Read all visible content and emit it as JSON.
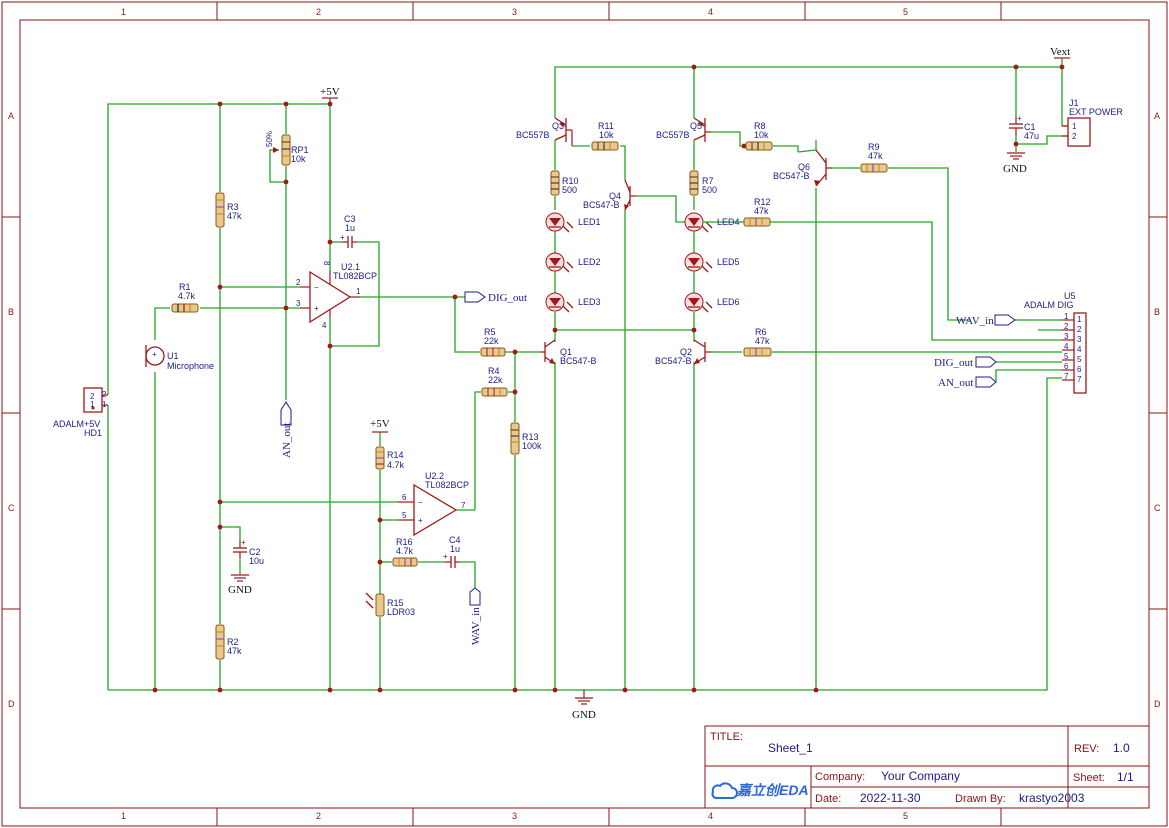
{
  "colors": {
    "wire": "#22a822",
    "symbol": "#a01818",
    "text": "#1c1c8a",
    "frame": "#8a1414"
  },
  "frame": {
    "columns": [
      "1",
      "2",
      "3",
      "4",
      "5"
    ],
    "rows": [
      "A",
      "B",
      "C",
      "D"
    ]
  },
  "title_block": {
    "title_label": "TITLE:",
    "title": "Sheet_1",
    "rev_label": "REV:",
    "rev": "1.0",
    "company_label": "Company:",
    "company": "Your Company",
    "sheet_label": "Sheet:",
    "sheet": "1/1",
    "date_label": "Date:",
    "date": "2022-11-30",
    "drawn_label": "Drawn By:",
    "drawn_by": "krastyo2003",
    "logo_text": "嘉立创EDA",
    "logo_icon": "cloud-logo-icon"
  },
  "power": {
    "vcc_top": "+5V",
    "vcc_mid": "+5V",
    "vext": "Vext",
    "gnd_c2": "GND",
    "gnd_main": "GND",
    "gnd_j1": "GND"
  },
  "nets": {
    "dig_out_opamp": "DIG_out",
    "an_out_left": "AN_out",
    "wav_in_bottom": "WAV_in",
    "wav_in_conn": "WAV_in",
    "dig_out_conn": "DIG_out",
    "an_out_conn": "AN_out"
  },
  "components": {
    "u1": {
      "ref": "U1",
      "value": "Microphone"
    },
    "hd1": {
      "ref": "HD1",
      "value": "ADALM+5V",
      "pin1": "1",
      "pin2": "2"
    },
    "r1": {
      "ref": "R1",
      "value": "4.7k"
    },
    "r2": {
      "ref": "R2",
      "value": "47k"
    },
    "r3": {
      "ref": "R3",
      "value": "47k"
    },
    "r4": {
      "ref": "R4",
      "value": "22k"
    },
    "r5": {
      "ref": "R5",
      "value": "22k"
    },
    "r6": {
      "ref": "R6",
      "value": "47k"
    },
    "r7": {
      "ref": "R7",
      "value": "500"
    },
    "r8": {
      "ref": "R8",
      "value": "10k"
    },
    "r9": {
      "ref": "R9",
      "value": "47k"
    },
    "r10": {
      "ref": "R10",
      "value": "500"
    },
    "r11": {
      "ref": "R11",
      "value": "10k"
    },
    "r12": {
      "ref": "R12",
      "value": "47k"
    },
    "r13": {
      "ref": "R13",
      "value": "100k"
    },
    "r14": {
      "ref": "R14",
      "value": "4.7k"
    },
    "r15": {
      "ref": "R15",
      "value": "LDR03"
    },
    "r16": {
      "ref": "R16",
      "value": "4.7k"
    },
    "rp1": {
      "ref": "RP1",
      "value": "10k",
      "mark": "50%"
    },
    "c1": {
      "ref": "C1",
      "value": "47u"
    },
    "c2": {
      "ref": "C2",
      "value": "10u"
    },
    "c3": {
      "ref": "C3",
      "value": "1u"
    },
    "c4": {
      "ref": "C4",
      "value": "1u"
    },
    "u21": {
      "ref": "U2.1",
      "value": "TL082BCP",
      "p1": "1",
      "p2": "2",
      "p3": "3",
      "p4": "4",
      "p8": "8"
    },
    "u22": {
      "ref": "U2.2",
      "value": "TL082BCP",
      "p5": "5",
      "p6": "6",
      "p7": "7"
    },
    "q1": {
      "ref": "Q1",
      "value": "BC547-B"
    },
    "q2": {
      "ref": "Q2",
      "value": "BC547-B"
    },
    "q3": {
      "ref": "Q3",
      "value": "BC557B"
    },
    "q4": {
      "ref": "Q4",
      "value": "BC547-B"
    },
    "q5": {
      "ref": "Q5",
      "value": "BC557B"
    },
    "q6": {
      "ref": "Q6",
      "value": "BC547-B"
    },
    "led1": "LED1",
    "led2": "LED2",
    "led3": "LED3",
    "led4": "LED4",
    "led5": "LED5",
    "led6": "LED6",
    "j1": {
      "ref": "J1",
      "value": "EXT POWER",
      "pin1": "1",
      "pin2": "2"
    },
    "u5": {
      "ref": "U5",
      "value": "ADALM DIG",
      "pins": [
        "1",
        "2",
        "3",
        "4",
        "5",
        "6",
        "7"
      ]
    }
  }
}
